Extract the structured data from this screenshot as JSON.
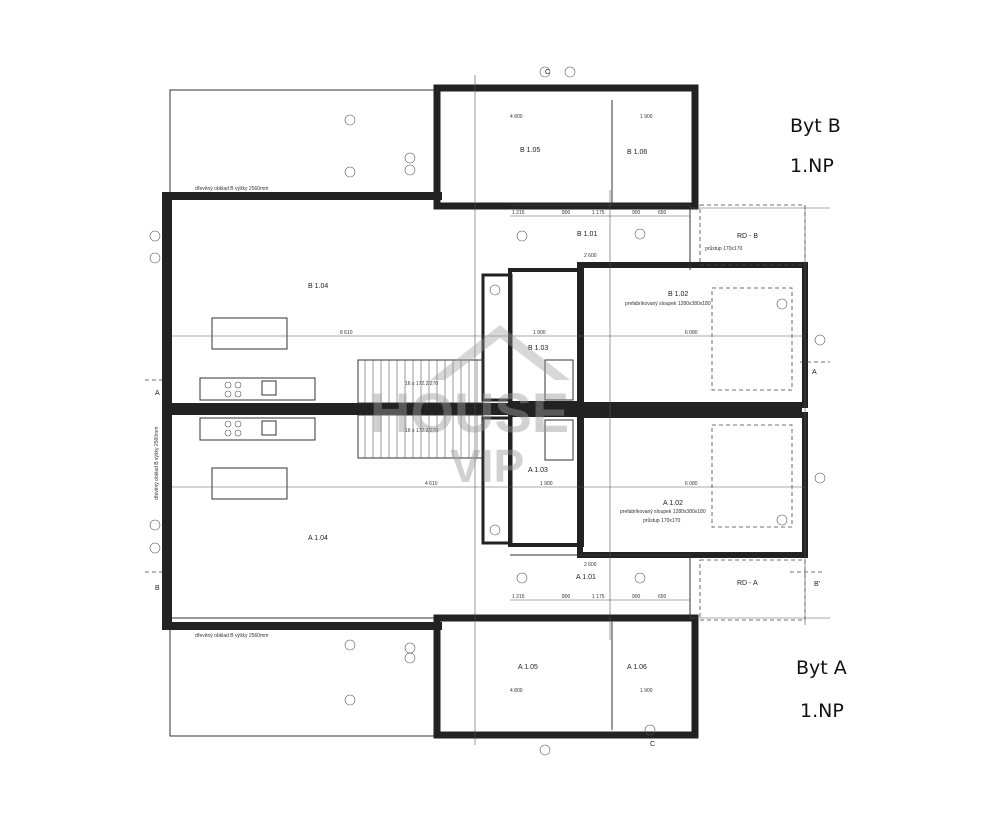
{
  "apartments": [
    {
      "title": "Byt B",
      "floor": "1.NP"
    },
    {
      "title": "Byt A",
      "floor": "1.NP"
    }
  ],
  "rooms": {
    "b105": "B 1.05",
    "b106": "B 1.06",
    "b101": "B 1.01",
    "b102": "B 1.02",
    "b103": "B 1.03",
    "b104": "B 1.04",
    "rdb": "RD - B",
    "a105": "A 1.05",
    "a106": "A 1.06",
    "a101": "A 1.01",
    "a102": "A 1.02",
    "a103": "A 1.03",
    "a104": "A 1.04",
    "rda": "RD - A"
  },
  "notes": {
    "fence_top": "dřevěný obklad B výšky 2560mm",
    "fence_bottom": "dřevěný obklad B výšky 2560mm",
    "fence_left": "dřevěný obklad B výšky 2560mm",
    "stairs_b": "16 x 172.2/270",
    "stairs_a": "16 x 172.2/270",
    "shelf_b": "prefabrikovaný sloupek 1280x380x180",
    "shelf_a": "prefabrikovaný sloupek 1280x380x180",
    "lintel_b": "průstup 170x170",
    "lintel_a": "průstup 170x170"
  },
  "dimensions": {
    "b_corridor": [
      "1 215",
      "800",
      "1 175",
      "900",
      "650"
    ],
    "a_corridor": [
      "1 215",
      "800",
      "1 175",
      "900",
      "650"
    ],
    "b_living": "8 610",
    "a_living": "4 610",
    "b_bedroom": "6 080",
    "a_bedroom": "6 080",
    "b_bath": "1 900",
    "a_bath": "1 900",
    "b_hall": "2 600",
    "a_hall": "2 600",
    "b_105": "4 800",
    "a_105": "4 800",
    "b_106": "1 900",
    "a_106": "1 900"
  },
  "section_marks": {
    "a_left": "A",
    "a_right": "A",
    "b_left": "B",
    "b_right": "B'",
    "c_top": "C",
    "c_bottom": "C"
  },
  "watermark": "HOUSE VIP"
}
